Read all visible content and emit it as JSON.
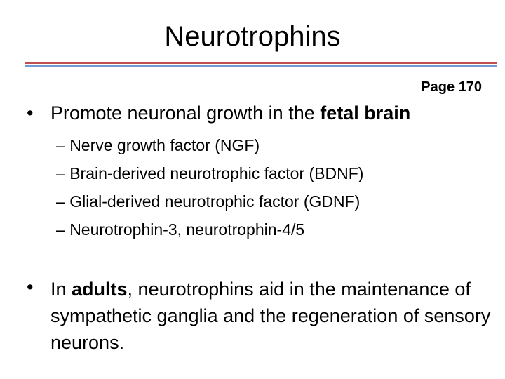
{
  "slide": {
    "title": "Neurotrophins",
    "page_ref": "Page 170",
    "colors": {
      "rule_red": "#c0504d",
      "rule_blue": "#6f9bd1"
    },
    "bullet_symbol": "•",
    "bullet1": {
      "text_before": "Promote neuronal growth in the ",
      "bold": "fetal brain",
      "sub_prefix": "–",
      "subitems": [
        "Nerve growth factor (NGF)",
        "Brain-derived neurotrophic factor (BDNF)",
        "Glial-derived neurotrophic factor (GDNF)",
        "Neurotrophin-3, neurotrophin-4/5"
      ]
    },
    "bullet2": {
      "text_before": "In ",
      "bold": "adults",
      "text_after": ", neurotrophins aid in the maintenance of sympathetic ganglia and the regeneration of sensory neurons."
    }
  }
}
